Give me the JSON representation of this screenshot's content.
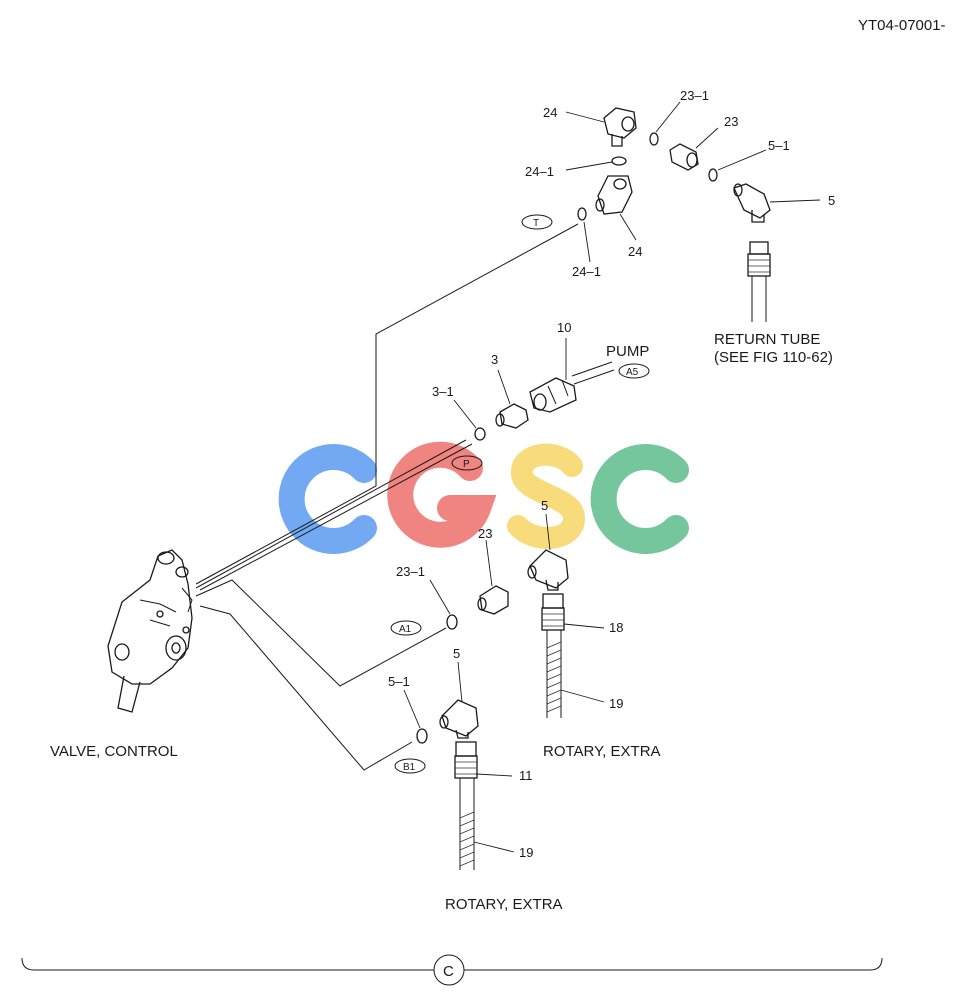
{
  "doc_code": "YT04-07001-",
  "section_mark": "C",
  "watermark": {
    "letters": [
      "C",
      "G",
      "S",
      "C"
    ],
    "colors": [
      "#5b9bf2",
      "#ee6f6a",
      "#f7d564",
      "#5dbb8c"
    ]
  },
  "captions": {
    "valve": "VALVE, CONTROL",
    "rotary_right": "ROTARY, EXTRA",
    "rotary_bottom": "ROTARY, EXTRA",
    "return_tube_1": "RETURN TUBE",
    "return_tube_2": "(SEE FIG 110-62)",
    "pump": "PUMP"
  },
  "port_tags": {
    "t": "T",
    "p": "P",
    "a1": "A1",
    "b1": "B1",
    "a5": "A5"
  },
  "callouts": {
    "c24_top": "24",
    "c23_1_top": "23–1",
    "c23_top": "23",
    "c5_1_top": "5–1",
    "c5_top": "5",
    "c24_1_a": "24–1",
    "c24_mid": "24",
    "c24_1_b": "24–1",
    "c10": "10",
    "c3": "3",
    "c3_1": "3–1",
    "c5_mid": "5",
    "c23_mid": "23",
    "c23_1_mid": "23–1",
    "c18": "18",
    "c19_right": "19",
    "c5_low": "5",
    "c5_1_low": "5–1",
    "c11": "11",
    "c19_bottom": "19"
  }
}
